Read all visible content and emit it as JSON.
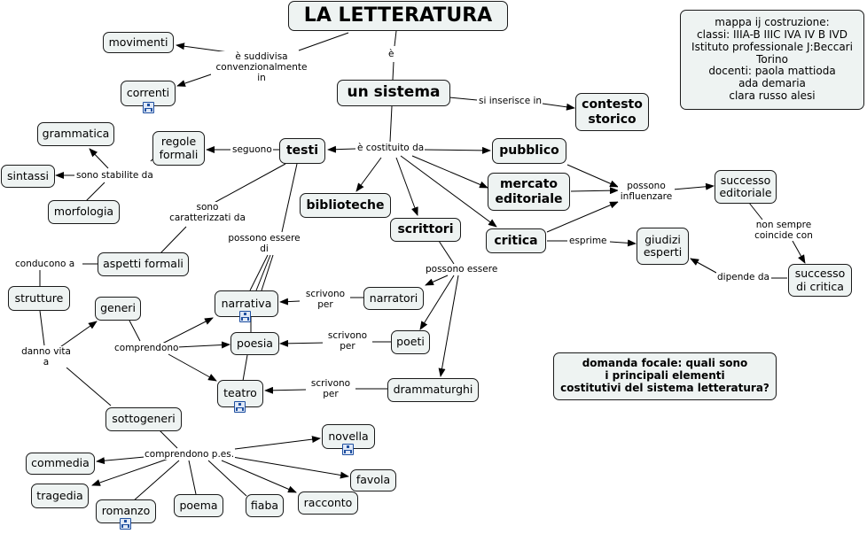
{
  "nodes": {
    "letteratura": "LA LETTERATURA",
    "sistema": "un sistema",
    "contesto": "contesto\nstorico",
    "movimenti": "movimenti",
    "correnti": "correnti",
    "testi": "testi",
    "pubblico": "pubblico",
    "mercato": "mercato\neditoriale",
    "biblioteche": "biblioteche",
    "scrittori": "scrittori",
    "critica": "critica",
    "regole": "regole\nformali",
    "grammatica": "grammatica",
    "sintassi": "sintassi",
    "morfologia": "morfologia",
    "aspetti": "aspetti formali",
    "strutture": "strutture",
    "generi": "generi",
    "narrativa": "narrativa",
    "poesia": "poesia",
    "teatro": "teatro",
    "narratori": "narratori",
    "poeti": "poeti",
    "drammaturghi": "drammaturghi",
    "successo_editoriale": "successo\neditoriale",
    "giudizi": "giudizi\nesperti",
    "successo_critica": "successo\ndi critica",
    "sottogeneri": "sottogeneri",
    "novella": "novella",
    "commedia": "commedia",
    "favola": "favola",
    "tragedia": "tragedia",
    "racconto": "racconto",
    "romanzo": "romanzo",
    "poema": "poema",
    "fiaba": "fiaba",
    "info": "mappa ij costruzione:\nclassi: IIIA-B IIIC  IVA IV B IVD\nIstituto professionale J:Beccari\nTorino\ndocenti: paola mattioda\nada demaria\nclara russo alesi",
    "domanda": "domanda focale: quali sono\ni principali elementi\ncostitutivi del sistema letteratura?"
  },
  "labels": {
    "e": "è",
    "suddivisa": "è suddivisa\nconvenzionalmente in",
    "inserisce": "si inserisce in",
    "costituito": "è costituito da",
    "seguono": "seguono",
    "stabilite": "sono stabilite da",
    "caratterizzati": "sono\ncaratterizzati da",
    "possono_essere_di": "possono essere\ndi",
    "conducono": "conducono a",
    "danno_vita": "danno vita\na",
    "comprendono": "comprendono",
    "scrivono_per_1": "scrivono\nper",
    "scrivono_per_2": "scrivono\nper",
    "scrivono_per_3": "scrivono\nper",
    "possono_essere": "possono essere",
    "possono_influenzare": "possono\ninfluenzare",
    "esprime": "esprime",
    "non_sempre": "non sempre\ncoincide con",
    "dipende": "dipende da",
    "comprendono_pes": "comprendono p.es."
  }
}
